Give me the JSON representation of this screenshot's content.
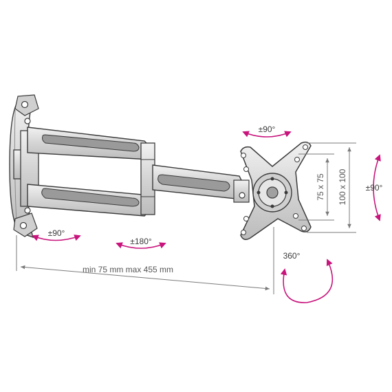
{
  "colors": {
    "outline": "#3a3a3a",
    "metal_light": "#e6e6e6",
    "metal_mid": "#c8c8c8",
    "metal_dark": "#8a8a8a",
    "groove": "#9a9a9a",
    "accent": "#c8147c",
    "dimension": "#7a7a7a"
  },
  "icons": {
    "rotation_arrow": "curved-double-arrow-icon"
  },
  "labels": {
    "wall_rotation": "±90°",
    "arm_rotation": "±180°",
    "head_swivel": "±90°",
    "head_tilt": "±90°",
    "head_rotation": "360°",
    "vesa_small": "75 x 75",
    "vesa_large": "100 x 100",
    "extension": "min 75 mm max 455 mm"
  }
}
